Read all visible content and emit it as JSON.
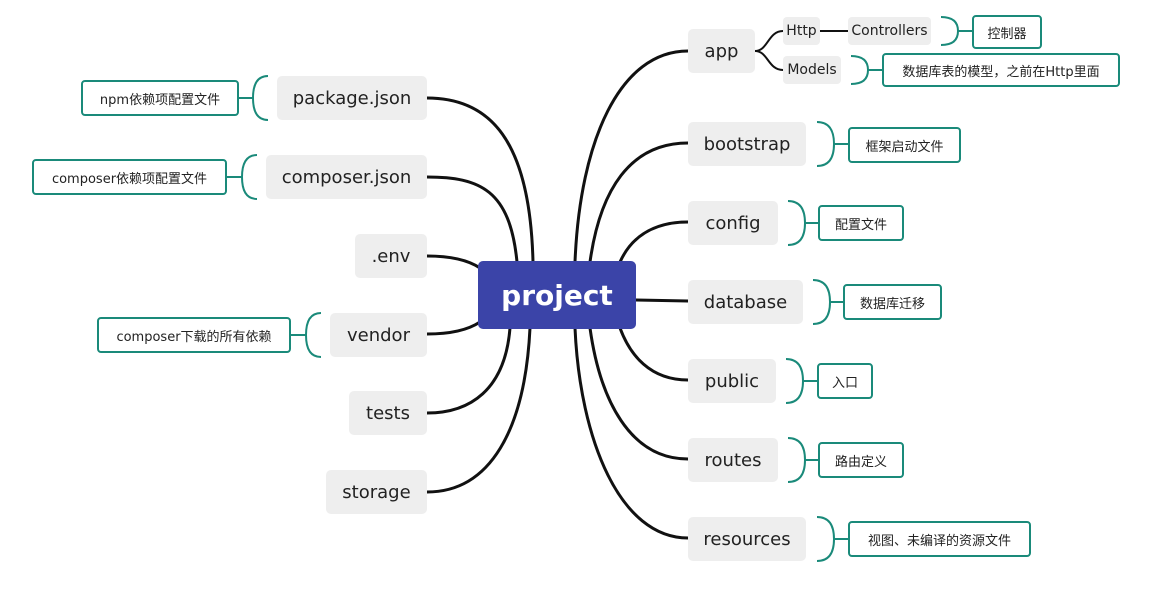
{
  "colors": {
    "root_fill": "#3b44a8",
    "branch_fill": "#eeeeee",
    "note_border": "#1a8a7a",
    "link": "#111111"
  },
  "root": "project",
  "left": {
    "package_json": {
      "label": "package.json",
      "note": "npm依赖项配置文件"
    },
    "composer_json": {
      "label": "composer.json",
      "note": "composer依赖项配置文件"
    },
    "env": {
      "label": ".env"
    },
    "vendor": {
      "label": "vendor",
      "note": "composer下载的所有依赖"
    },
    "tests": {
      "label": "tests"
    },
    "storage": {
      "label": "storage"
    }
  },
  "right": {
    "app": {
      "label": "app",
      "http": {
        "label": "Http",
        "controllers": {
          "label": "Controllers",
          "note": "控制器"
        }
      },
      "models": {
        "label": "Models",
        "note": "数据库表的模型，之前在Http里面"
      }
    },
    "bootstrap": {
      "label": "bootstrap",
      "note": "框架启动文件"
    },
    "config": {
      "label": "config",
      "note": "配置文件"
    },
    "database": {
      "label": "database",
      "note": "数据库迁移"
    },
    "public": {
      "label": "public",
      "note": "入口"
    },
    "routes": {
      "label": "routes",
      "note": "路由定义"
    },
    "resources": {
      "label": "resources",
      "note": "视图、未编译的资源文件"
    }
  }
}
